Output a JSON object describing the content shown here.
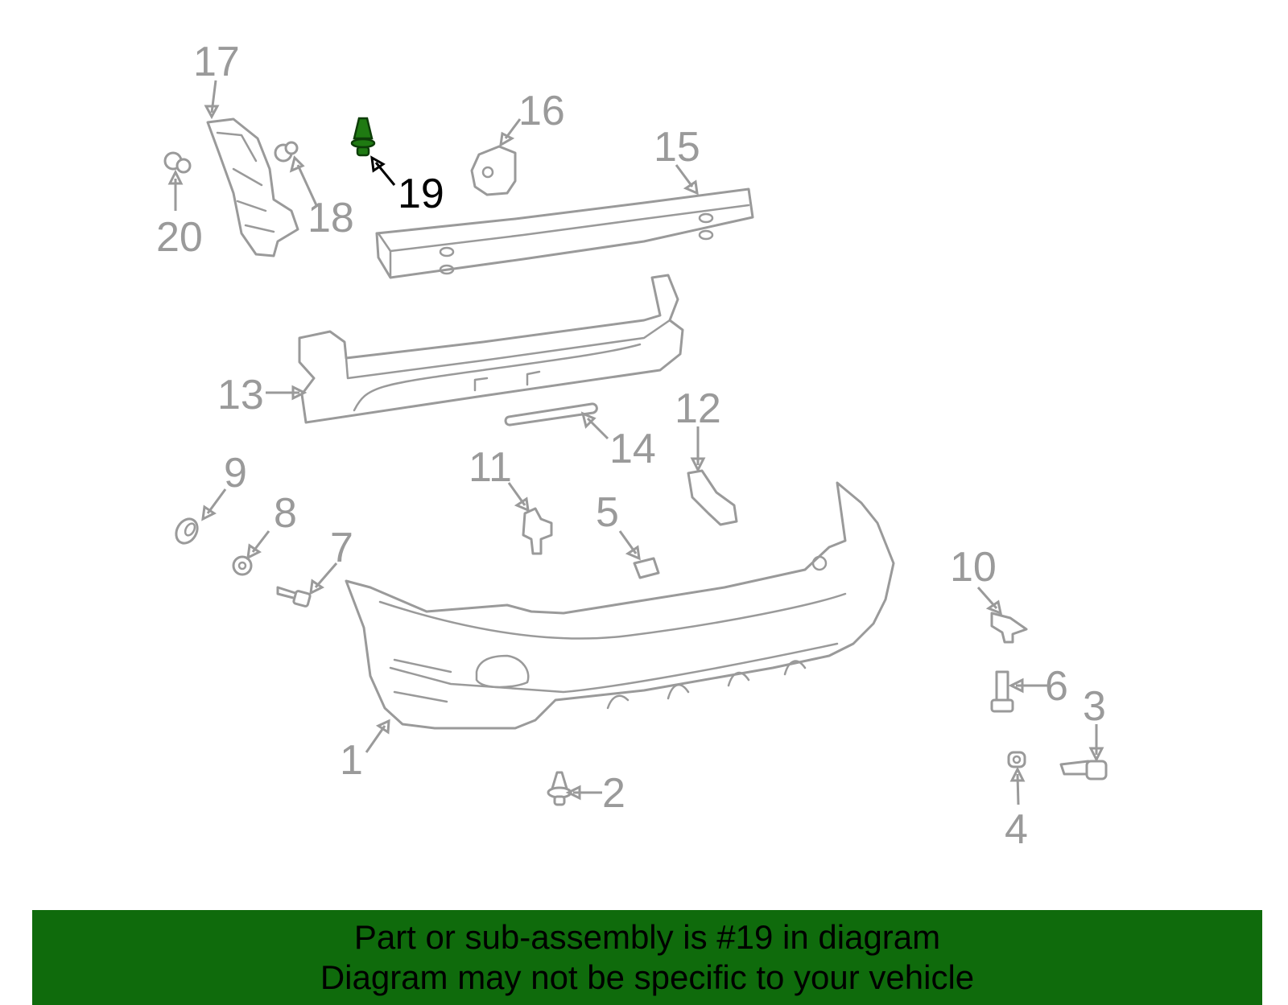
{
  "diagram": {
    "highlight_color": "#1f7a12",
    "part_color": "#9a9a9a",
    "callouts": [
      {
        "id": "1",
        "label": "1"
      },
      {
        "id": "2",
        "label": "2"
      },
      {
        "id": "3",
        "label": "3"
      },
      {
        "id": "4",
        "label": "4"
      },
      {
        "id": "5",
        "label": "5"
      },
      {
        "id": "6",
        "label": "6"
      },
      {
        "id": "7",
        "label": "7"
      },
      {
        "id": "8",
        "label": "8"
      },
      {
        "id": "9",
        "label": "9"
      },
      {
        "id": "10",
        "label": "10"
      },
      {
        "id": "11",
        "label": "11"
      },
      {
        "id": "12",
        "label": "12"
      },
      {
        "id": "13",
        "label": "13"
      },
      {
        "id": "14",
        "label": "14"
      },
      {
        "id": "15",
        "label": "15"
      },
      {
        "id": "16",
        "label": "16"
      },
      {
        "id": "17",
        "label": "17"
      },
      {
        "id": "18",
        "label": "18"
      },
      {
        "id": "19",
        "label": "19",
        "highlighted": true
      },
      {
        "id": "20",
        "label": "20"
      }
    ]
  },
  "banner": {
    "background": "#0f6b0c",
    "line1": "Part or sub-assembly is #19 in diagram",
    "line2": "Diagram may not be specific to your vehicle"
  }
}
